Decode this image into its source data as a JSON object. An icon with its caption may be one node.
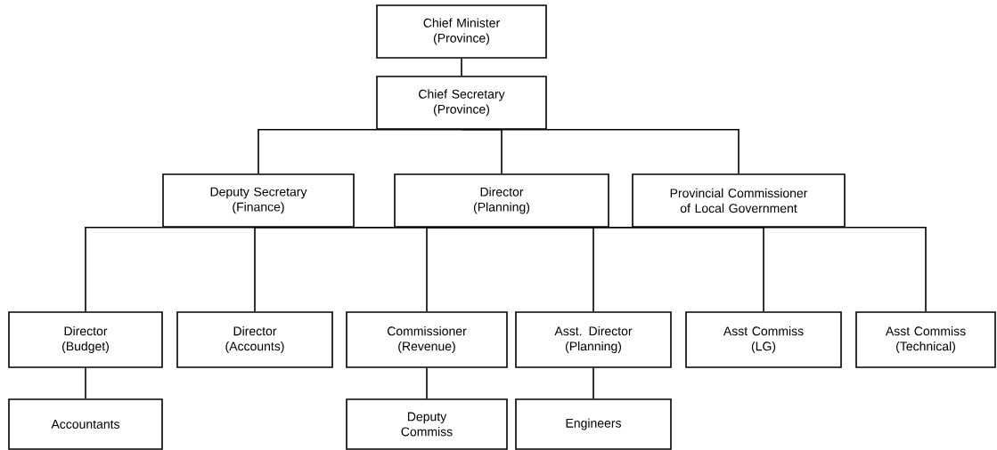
{
  "diagram": {
    "nodes": [
      {
        "text": [
          "Chief Minister",
          "(Province)"
        ]
      },
      {
        "text": [
          "Chief Secretary",
          "(Province)"
        ]
      },
      {
        "text": [
          "Deputy Secretary",
          "(Finance)"
        ]
      },
      {
        "text": [
          "Director",
          "(Planning)"
        ]
      },
      {
        "text": [
          "Provincial Commissioner of Local Government"
        ]
      },
      {
        "text": [
          "Director",
          "(Budget)"
        ]
      },
      {
        "text": [
          "Director",
          "(Accounts)"
        ]
      },
      {
        "text": [
          "Commissioner",
          "(Revenue)"
        ]
      },
      {
        "text": [
          "Asst. Director",
          "(Planning)"
        ]
      },
      {
        "text": [
          "Asst Commiss",
          "(LG)"
        ]
      },
      {
        "text": [
          "Asst Commiss",
          "(Technical)"
        ]
      },
      {
        "text": [
          "Accountants"
        ]
      },
      {
        "text": [
          "Deputy Commiss"
        ]
      },
      {
        "text": [
          "Engineers"
        ]
      }
    ],
    "edges": [
      {
        "from": 0,
        "to": 1,
        "arrow": "none"
      },
      {
        "from": 1,
        "to": 2,
        "arrow": "none"
      },
      {
        "from": 1,
        "to": 3,
        "arrow": "none"
      },
      {
        "from": 1,
        "to": 4,
        "arrow": "none"
      },
      {
        "from": 3,
        "to": 5,
        "arrow": "none"
      },
      {
        "from": 3,
        "to": 6,
        "arrow": "none"
      },
      {
        "from": 3,
        "to": 7,
        "arrow": "none"
      },
      {
        "from": 3,
        "to": 8,
        "arrow": "none"
      },
      {
        "from": 3,
        "to": 9,
        "arrow": "none"
      },
      {
        "from": 3,
        "to": 10,
        "arrow": "none"
      },
      {
        "from": 5,
        "to": 11,
        "arrow": "none"
      },
      {
        "from": 7,
        "to": 12,
        "arrow": "none"
      },
      {
        "from": 8,
        "to": 13,
        "arrow": "none"
      }
    ]
  }
}
